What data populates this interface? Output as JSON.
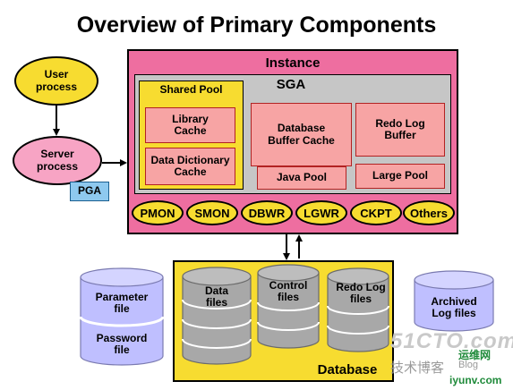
{
  "title": "Overview of Primary Components",
  "instance": {
    "label": "Instance"
  },
  "sga": {
    "label": "SGA",
    "shared_pool": {
      "label": "Shared Pool",
      "library_cache": "Library\nCache",
      "data_dictionary_cache": "Data Dictionary\nCache"
    },
    "database_buffer_cache": "Database\nBuffer Cache",
    "redo_log_buffer": "Redo Log\nBuffer",
    "java_pool": "Java Pool",
    "large_pool": "Large Pool"
  },
  "background_processes": [
    "PMON",
    "SMON",
    "DBWR",
    "LGWR",
    "CKPT",
    "Others"
  ],
  "user_process": "User\nprocess",
  "server_process": "Server\nprocess",
  "pga": "PGA",
  "database": {
    "label": "Database",
    "data_files": "Data\nfiles",
    "control_files": "Control\nfiles",
    "redo_log_files": "Redo Log\nfiles"
  },
  "parameter_file": "Parameter\nfile",
  "password_file": "Password\nfile",
  "archived_log_files": "Archived\nLog files",
  "watermark": {
    "site": "51CTO.com",
    "tagline": "技术博客",
    "blog": "Blog",
    "extra": "运维网",
    "domain": "iyunv.com"
  },
  "colors": {
    "instance": "#ee6ea0",
    "sga": "#c6c6c6",
    "yellow": "#f7dc30",
    "component_pink": "#f7a4a4",
    "server_process": "#f7a4c4",
    "pga": "#8ec9ef",
    "file_cylinder": "#bfbfff",
    "db_cylinder": "#a8a8a8"
  }
}
